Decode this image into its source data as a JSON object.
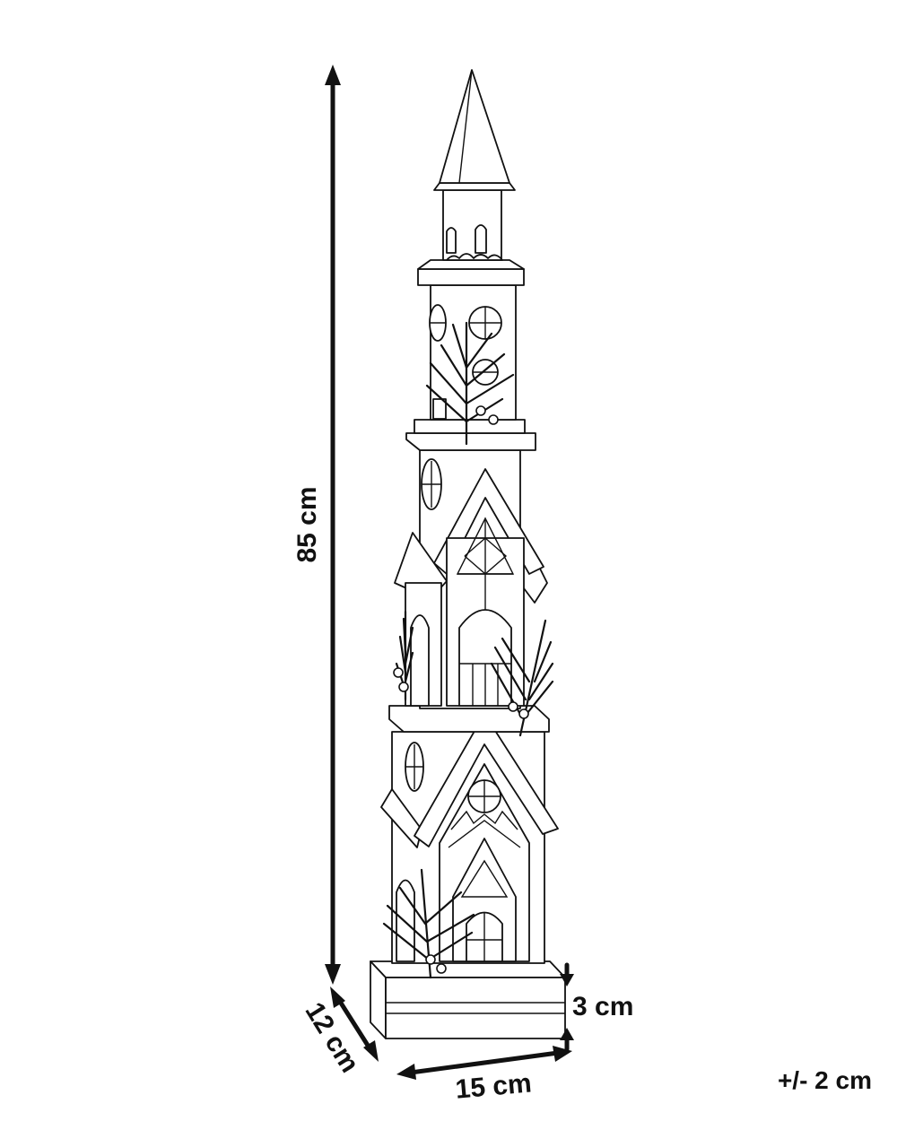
{
  "dimensions": {
    "height": "85 cm",
    "depth": "12 cm",
    "width": "15 cm",
    "base_height": "3 cm",
    "tolerance": "+/- 2 cm"
  },
  "colors": {
    "line": "#111111",
    "background": "#ffffff"
  },
  "icons": [
    "church-tower-illustration",
    "pine-branch-icon",
    "dimension-arrow-icon"
  ]
}
